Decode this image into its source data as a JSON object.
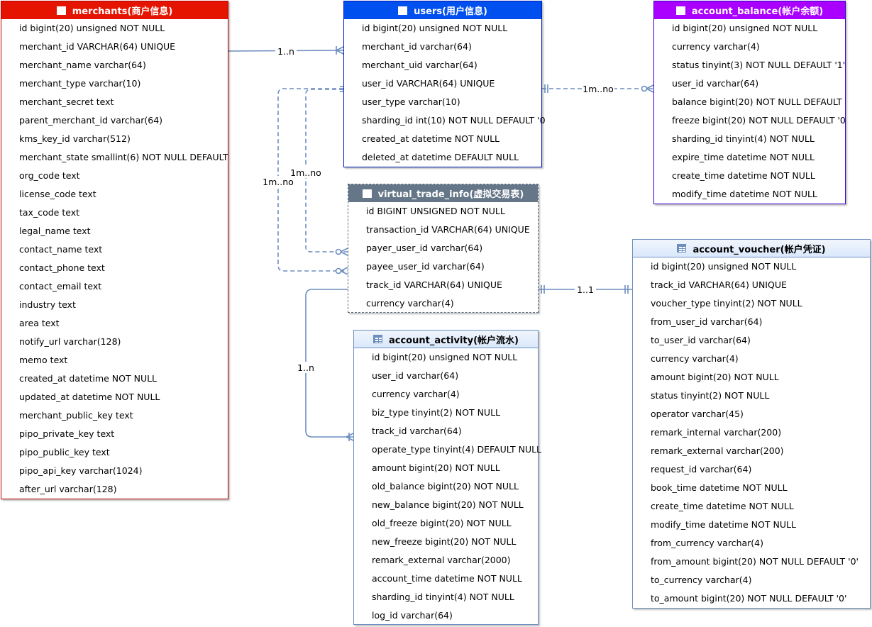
{
  "tables": {
    "merchants": {
      "title": "merchants(商户信息)",
      "fields": [
        "id bigint(20) unsigned NOT NULL",
        "merchant_id VARCHAR(64) UNIQUE",
        "merchant_name varchar(64)",
        "merchant_type varchar(10)",
        "merchant_secret text",
        "parent_merchant_id varchar(64)",
        "kms_key_id varchar(512)",
        "merchant_state smallint(6) NOT NULL DEFAULT",
        "org_code text",
        "license_code text",
        "tax_code text",
        "legal_name text",
        "contact_name text",
        "contact_phone text",
        "contact_email text",
        "industry text",
        "area text",
        "notify_url varchar(128)",
        "memo text",
        "created_at datetime NOT NULL",
        "updated_at datetime NOT NULL",
        "merchant_public_key text",
        "pipo_private_key text",
        "pipo_public_key text",
        "pipo_api_key varchar(1024)",
        "after_url varchar(128)"
      ]
    },
    "users": {
      "title": "users(用户信息)",
      "fields": [
        "id bigint(20) unsigned NOT NULL",
        "merchant_id varchar(64)",
        "merchant_uid varchar(64)",
        "user_id VARCHAR(64) UNIQUE",
        "user_type varchar(10)",
        "sharding_id int(10) NOT NULL DEFAULT '0",
        "created_at datetime NOT NULL",
        "deleted_at datetime DEFAULT NULL"
      ]
    },
    "account_balance": {
      "title": "account_balance(帐户余额)",
      "fields": [
        "id bigint(20) unsigned NOT NULL",
        "currency varchar(4)",
        "status tinyint(3) NOT NULL DEFAULT '1'",
        "user_id varchar(64)",
        "balance bigint(20) NOT NULL DEFAULT",
        "freeze bigint(20) NOT NULL DEFAULT '0",
        "sharding_id tinyint(4) NOT NULL",
        "expire_time datetime NOT NULL",
        "create_time datetime NOT NULL",
        "modify_time datetime NOT NULL"
      ]
    },
    "virtual_trade_info": {
      "title": "virtual_trade_info(虚拟交易表)",
      "fields": [
        "id BIGINT UNSIGNED NOT NULL",
        "transaction_id VARCHAR(64) UNIQUE",
        "payer_user_id varchar(64)",
        "payee_user_id varchar(64)",
        "track_id VARCHAR(64) UNIQUE",
        "currency varchar(4)"
      ]
    },
    "account_activity": {
      "title": "account_activity(帐户流水)",
      "fields": [
        "id bigint(20) unsigned NOT NULL",
        "user_id varchar(64)",
        "currency varchar(4)",
        "biz_type tinyint(2) NOT NULL",
        "track_id varchar(64)",
        "operate_type tinyint(4) DEFAULT NULL",
        "amount bigint(20) NOT NULL",
        "old_balance bigint(20) NOT NULL",
        "new_balance bigint(20) NOT NULL",
        "old_freeze bigint(20) NOT NULL",
        "new_freeze bigint(20) NOT NULL",
        "remark_external varchar(2000)",
        "account_time datetime NOT NULL",
        "sharding_id tinyint(4) NOT NULL",
        "log_id varchar(64)"
      ]
    },
    "account_voucher": {
      "title": "account_voucher(帐户凭证)",
      "fields": [
        "id bigint(20) unsigned NOT NULL",
        "track_id VARCHAR(64) UNIQUE",
        "voucher_type tinyint(2) NOT NULL",
        "from_user_id varchar(64)",
        "to_user_id varchar(64)",
        "currency varchar(4)",
        "amount bigint(20) NOT NULL",
        "status tinyint(2) NOT NULL",
        "operator varchar(45)",
        "remark_internal varchar(200)",
        "remark_external varchar(200)",
        "request_id varchar(64)",
        "book_time datetime NOT NULL",
        "create_time datetime NOT NULL",
        "modify_time datetime NOT NULL",
        "from_currency varchar(4)",
        "from_amount bigint(20) NOT NULL DEFAULT '0'",
        "to_currency varchar(4)",
        "to_amount bigint(20) NOT NULL DEFAULT '0'"
      ]
    }
  },
  "relations": {
    "merchants_users": "1..n",
    "users_balance": "1m..no",
    "users_payer": "1m..no",
    "users_payee": "1m..no",
    "vti_voucher": "1..1",
    "vti_activity": "1..n"
  },
  "colors": {
    "link": "#6c8ebf",
    "merchants": "#e51400",
    "users": "#0050ef",
    "account_balance": "#aa00ff",
    "virtual_trade_info": "#647687",
    "account_activity": "#dae8fc",
    "account_voucher": "#dae8fc"
  }
}
